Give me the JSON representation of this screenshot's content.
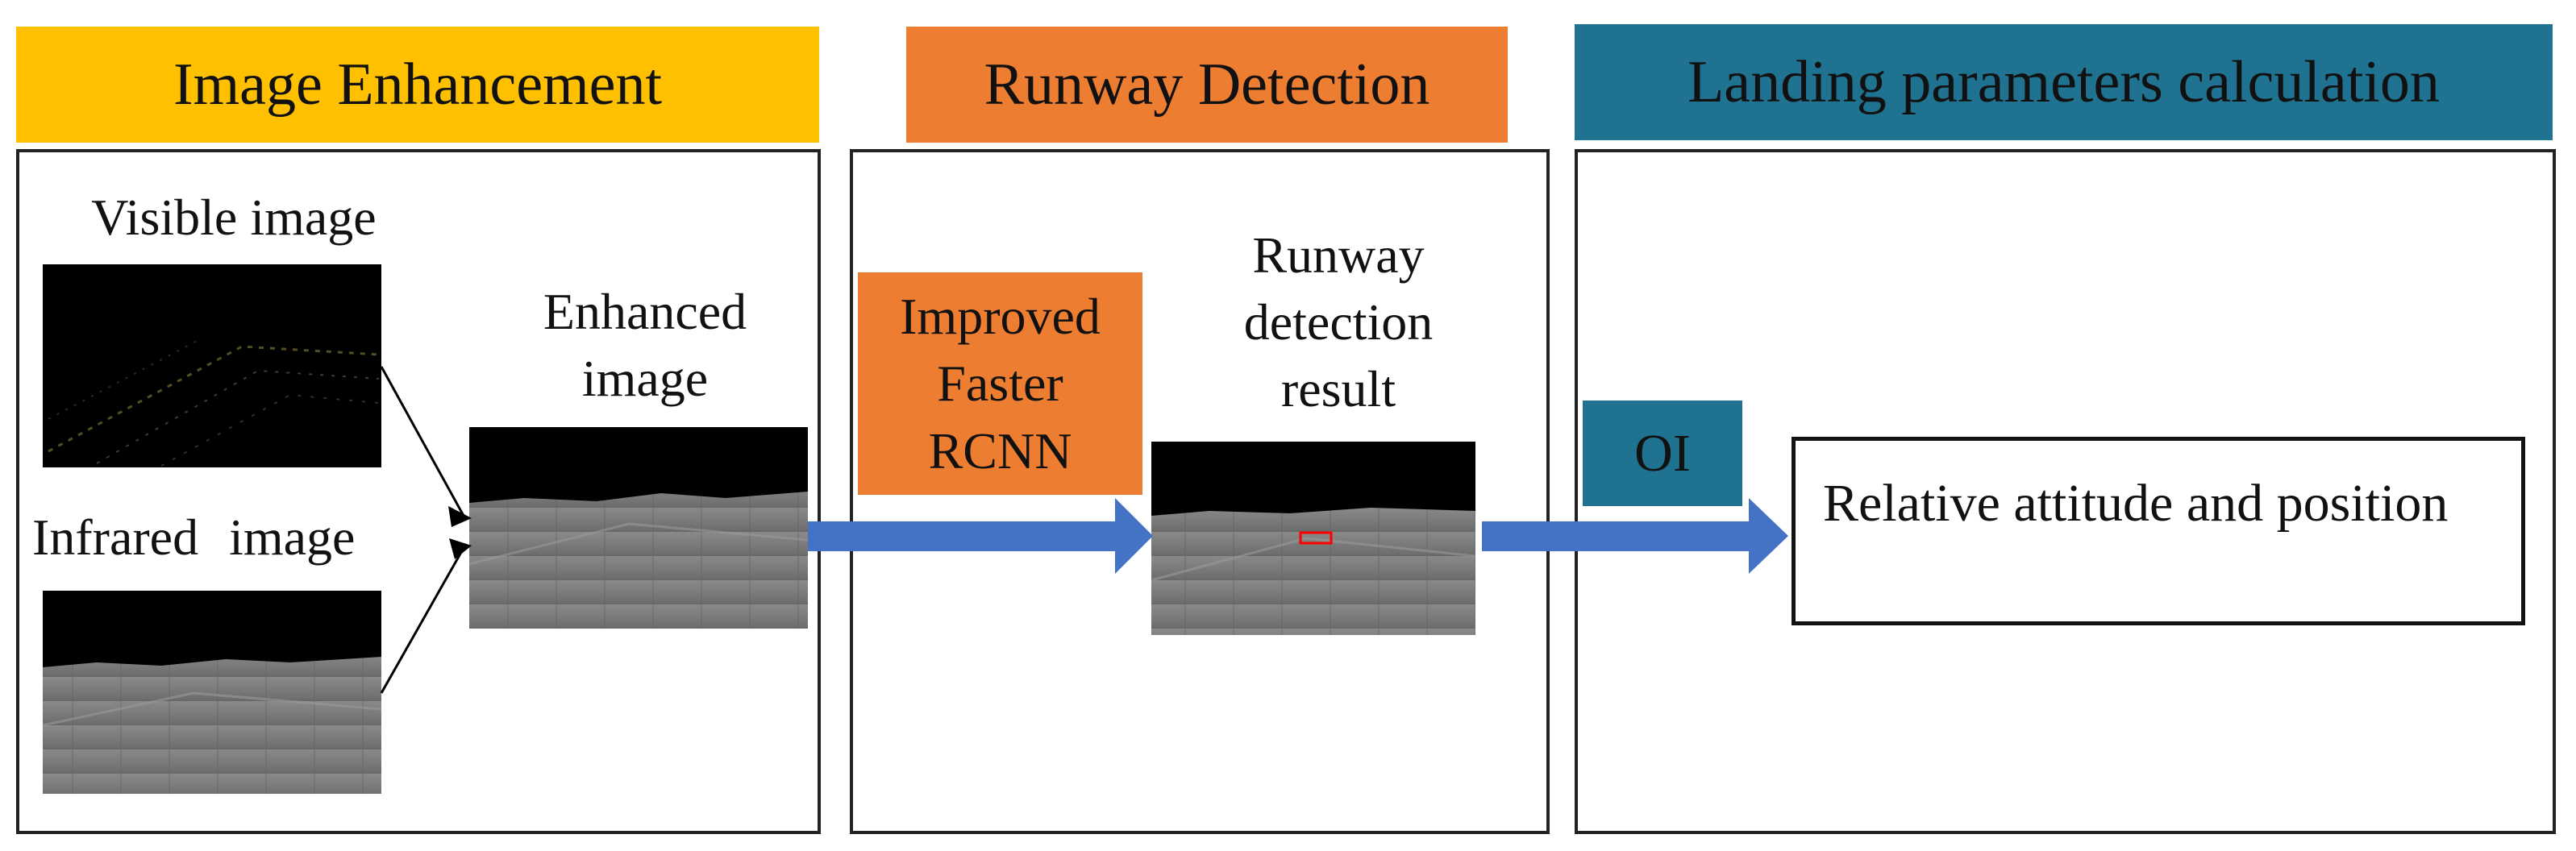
{
  "headers": {
    "enhancement": "Image Enhancement",
    "detection": "Runway Detection",
    "calculation": "Landing parameters calculation"
  },
  "enhancement": {
    "visible_label": "Visible image",
    "infrared_label": "Infrared image",
    "enhanced_label": "Enhanced image"
  },
  "detection": {
    "method_label": "Improved Faster RCNN",
    "result_label": "Runway detection result"
  },
  "calculation": {
    "method_label": "OI",
    "output_label": "Relative attitude and position"
  },
  "colors": {
    "enhancement_header": "#FFC000",
    "detection_header": "#ED7D31",
    "calculation_header": "#1F7391",
    "arrow": "#4472C4",
    "detection_box": "#FF0000"
  }
}
